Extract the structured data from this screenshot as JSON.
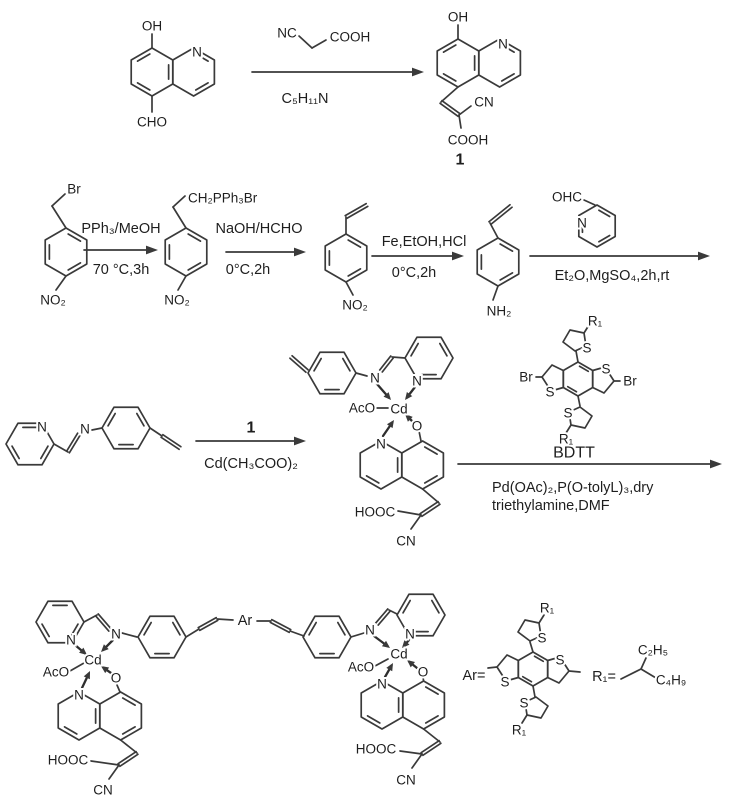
{
  "colors": {
    "ink": "#3a3a3a",
    "background": "#ffffff"
  },
  "row1": {
    "reactant": {
      "oh": "OH",
      "n": "N",
      "cho": "CHO"
    },
    "cyanoacetic": {
      "nc": "NC",
      "cooh": "COOH"
    },
    "step": {
      "below": "C₅H₁₁N"
    },
    "product": {
      "oh": "OH",
      "n": "N",
      "cn": "CN",
      "cooh": "COOH"
    },
    "product_label": "1"
  },
  "row2": {
    "benzylbromide": {
      "br": "Br",
      "no2": "NO₂"
    },
    "step1": {
      "above": "PPh₃/MeOH",
      "below": "70 °C,3h"
    },
    "phosphonium": {
      "chain": "CH₂PPh₃Br",
      "no2": "NO₂"
    },
    "step2": {
      "above": "NaOH/HCHO",
      "below": "0°C,2h"
    },
    "nitrostyrene": {
      "no2": "NO₂"
    },
    "step3": {
      "above": "Fe,EtOH,HCl",
      "below": "0°C,2h"
    },
    "aminostyrene": {
      "nh2": "NH₂"
    },
    "aldehyde": {
      "ohc": "OHC",
      "n": "N"
    },
    "step4": {
      "below": "Et₂O,MgSO₄,2h,rt"
    }
  },
  "row3": {
    "imine": {
      "n_pyridine": "N",
      "n_imine": "N"
    },
    "step5": {
      "above": "1",
      "below": "Cd(CH₃COO)₂"
    },
    "complex": {
      "n_imine": "N",
      "n_pyridine": "N",
      "aco": "AcO",
      "cd": "Cd",
      "o": "O",
      "n_quinoline": "N",
      "hooc": "HOOC",
      "cn": "CN"
    },
    "bdtt": {
      "r1_top": "R₁",
      "s_top": "S",
      "br_left": "Br",
      "s_left": "S",
      "s_right": "S",
      "br_right": "Br",
      "s_bottom": "S",
      "r1_bottom": "R₁",
      "label": "BDTT"
    },
    "step6": {
      "line1": "Pd(OAc)₂,P(O-tolyL)₃,dry",
      "line2": "triethylamine,DMF"
    }
  },
  "row4": {
    "left_complex": {
      "n_pyridine": "N",
      "n_imine": "N",
      "cd": "Cd",
      "aco": "AcO",
      "o": "O",
      "n_quinoline": "N",
      "hooc": "HOOC",
      "cn": "CN"
    },
    "ar_linker": "Ar",
    "right_complex": {
      "n_imine": "N",
      "n_pyridine": "N",
      "cd": "Cd",
      "aco": "AcO",
      "o": "O",
      "n_quinoline": "N",
      "hooc": "HOOC",
      "cn": "CN"
    },
    "ar_definition": {
      "label": "Ar=",
      "s_top": "S",
      "r1_top": "R₁",
      "s_left": "S",
      "s_right": "S",
      "s_bottom": "S",
      "r1_bottom": "R₁"
    },
    "r1_definition": {
      "label": "R₁=",
      "ethyl": "C₂H₅",
      "butyl": "C₄H₉"
    }
  }
}
